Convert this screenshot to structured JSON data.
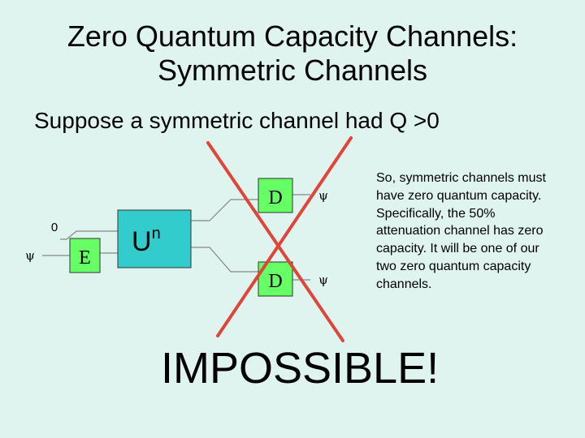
{
  "title_lines": [
    "Zero Quantum Capacity Channels:",
    "Symmetric Channels"
  ],
  "subtitle": "Suppose a symmetric channel had Q >0",
  "circuit": {
    "input_zero": "0",
    "input_psi": "ψ",
    "encoder_label": "E",
    "unitary_label": "U",
    "unitary_superscript": "n",
    "decoder_top_label": "D",
    "decoder_bottom_label": "D",
    "output_top": "ψ",
    "output_bottom": "ψ"
  },
  "explanation": "So, symmetric channels must have zero quantum capacity. Specifically, the 50% attenuation channel has zero capacity. It will be one of our two zero quantum capacity channels.",
  "verdict": "IMPOSSIBLE!",
  "colors": {
    "background": "#dff4ef",
    "box_green": "#66ff66",
    "box_cyan": "#33cccc",
    "cross_red": "#e0453a",
    "wire": "#888888"
  }
}
